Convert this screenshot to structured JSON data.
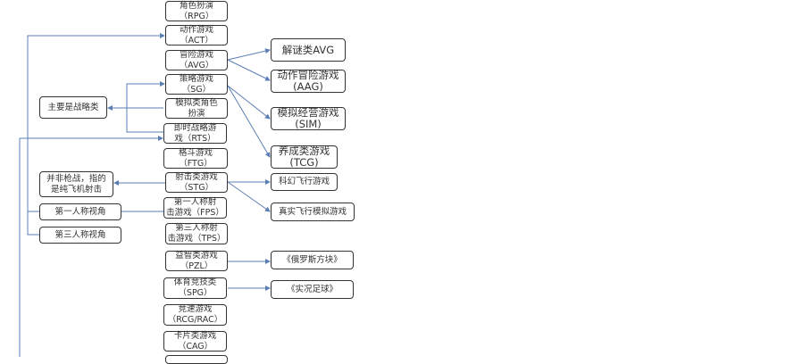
{
  "center": [
    "角色扮演\n（RPG）",
    "动作游戏\n（ACT）",
    "冒险游戏\n（AVG）",
    "策略游戏\n（SG）",
    "模拟类角色\n扮演",
    "即时战略游\n戏（RTS）",
    "格斗游戏\n（FTG）",
    "射击类游戏\n（STG）",
    "第一人称射\n击游戏（FPS）",
    "第三人称射\n击游戏（TPS）",
    "益智类游戏\n（PZL）",
    "体育竞技类\n（SPG）",
    "竞速游戏\n（RCG/RAC）",
    "卡片类游戏\n（CAG）"
  ],
  "right": [
    "解谜类AVG",
    "动作冒险游戏\n(AAG)",
    "模拟经营游戏\n(SIM)",
    "养成类游戏\n(TCG)",
    "科幻飞行游戏",
    "真实飞行模拟游戏",
    "《俄罗斯方块》",
    "《实况足球》"
  ],
  "left": [
    "主要是战略类",
    "并非枪战，指的\n是纯飞机射击",
    "第一人称视角",
    "第三人称视角"
  ],
  "colors": {
    "line": "#5b7fb5",
    "border": "#333333"
  }
}
